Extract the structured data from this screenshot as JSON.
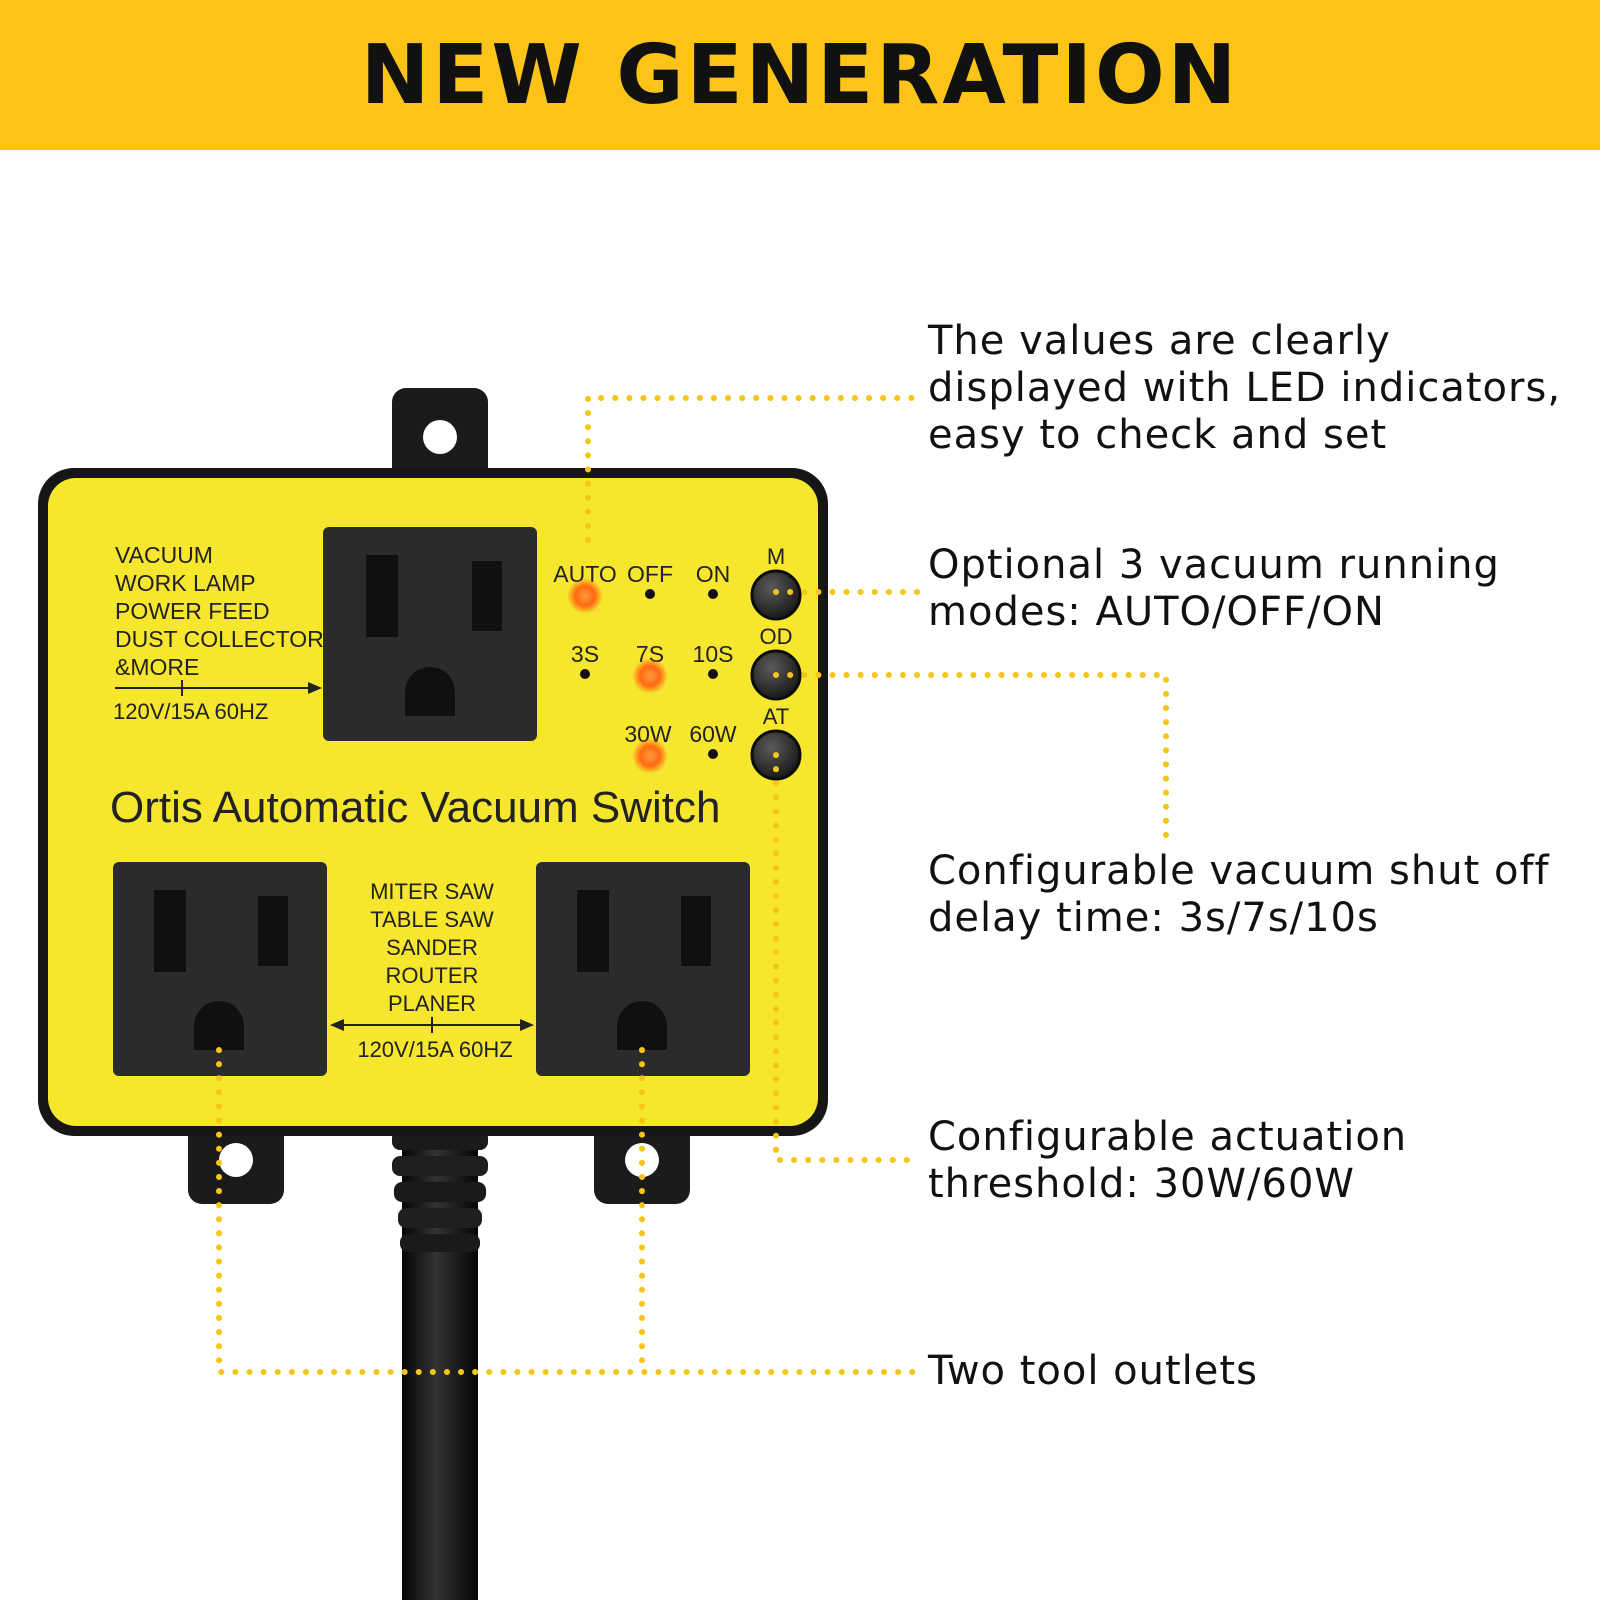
{
  "banner": {
    "title": "NEW GENERATION"
  },
  "device": {
    "title": "Ortis Automatic Vacuum Switch",
    "vacuum_outlet_labels": [
      "VACUUM",
      "WORK LAMP",
      "POWER FEED",
      "DUST COLLECTOR",
      "&MORE"
    ],
    "vacuum_outlet_rating": "120V/15A 60HZ",
    "tool_outlet_labels": [
      "MITER SAW",
      "TABLE SAW",
      "SANDER",
      "ROUTER",
      "PLANER"
    ],
    "tool_outlet_rating": "120V/15A 60HZ",
    "mode_row": [
      "AUTO",
      "OFF",
      "ON"
    ],
    "delay_row": [
      "3S",
      "7S",
      "10S"
    ],
    "threshold_row": [
      "30W",
      "60W"
    ],
    "buttons": {
      "mode": "M",
      "delay": "OD",
      "threshold": "AT"
    },
    "active_color": "#ff7a1a",
    "body_color": "#f7e62e"
  },
  "callouts": {
    "led": [
      "The values are clearly",
      "displayed with LED indicators,",
      "easy to check and set"
    ],
    "modes": [
      "Optional 3 vacuum running",
      "modes: AUTO/OFF/ON"
    ],
    "delay": [
      "Configurable vacuum shut off",
      "delay time: 3s/7s/10s"
    ],
    "threshold": [
      "Configurable actuation",
      "threshold: 30W/60W"
    ],
    "tools": [
      "Two tool outlets"
    ]
  },
  "colors": {
    "accent": "#fcc419",
    "dot_line": "#f5c518"
  }
}
